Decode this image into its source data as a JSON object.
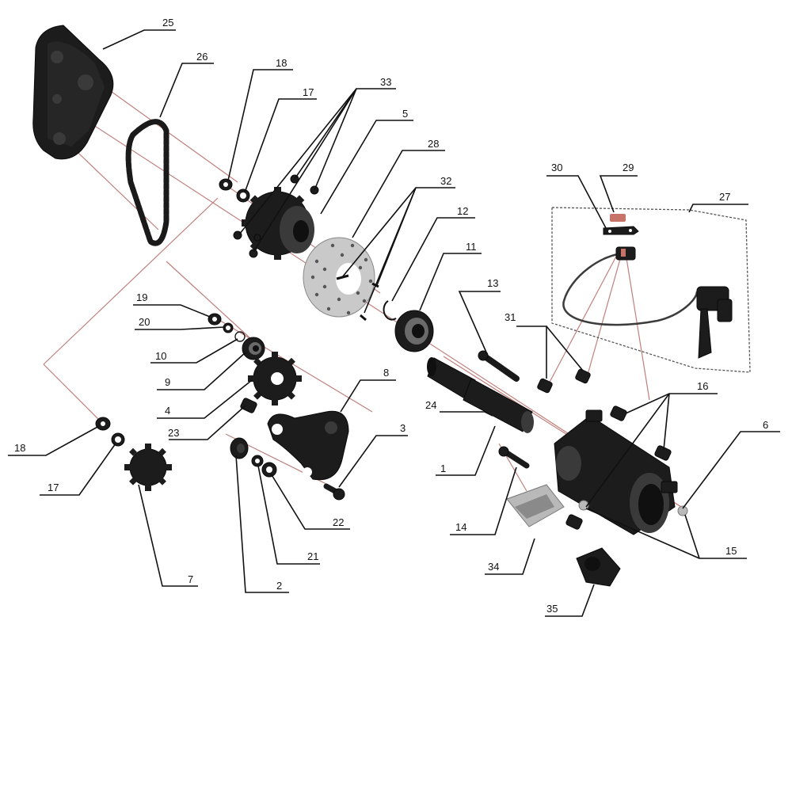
{
  "diagram": {
    "callouts": [
      {
        "id": "25",
        "label": "25"
      },
      {
        "id": "26",
        "label": "26"
      },
      {
        "id": "18a",
        "label": "18"
      },
      {
        "id": "17a",
        "label": "17"
      },
      {
        "id": "33",
        "label": "33"
      },
      {
        "id": "5",
        "label": "5"
      },
      {
        "id": "28",
        "label": "28"
      },
      {
        "id": "32",
        "label": "32"
      },
      {
        "id": "12",
        "label": "12"
      },
      {
        "id": "11",
        "label": "11"
      },
      {
        "id": "30",
        "label": "30"
      },
      {
        "id": "29",
        "label": "29"
      },
      {
        "id": "27",
        "label": "27"
      },
      {
        "id": "13",
        "label": "13"
      },
      {
        "id": "31",
        "label": "31"
      },
      {
        "id": "19",
        "label": "19"
      },
      {
        "id": "20",
        "label": "20"
      },
      {
        "id": "10",
        "label": "10"
      },
      {
        "id": "9",
        "label": "9"
      },
      {
        "id": "4",
        "label": "4"
      },
      {
        "id": "8",
        "label": "8"
      },
      {
        "id": "24",
        "label": "24"
      },
      {
        "id": "16",
        "label": "16"
      },
      {
        "id": "23",
        "label": "23"
      },
      {
        "id": "6",
        "label": "6"
      },
      {
        "id": "3",
        "label": "3"
      },
      {
        "id": "1",
        "label": "1"
      },
      {
        "id": "18b",
        "label": "18"
      },
      {
        "id": "17b",
        "label": "17"
      },
      {
        "id": "14",
        "label": "14"
      },
      {
        "id": "15",
        "label": "15"
      },
      {
        "id": "22",
        "label": "22"
      },
      {
        "id": "21",
        "label": "21"
      },
      {
        "id": "34",
        "label": "34"
      },
      {
        "id": "7",
        "label": "7"
      },
      {
        "id": "2",
        "label": "2"
      },
      {
        "id": "35",
        "label": "35"
      }
    ]
  }
}
